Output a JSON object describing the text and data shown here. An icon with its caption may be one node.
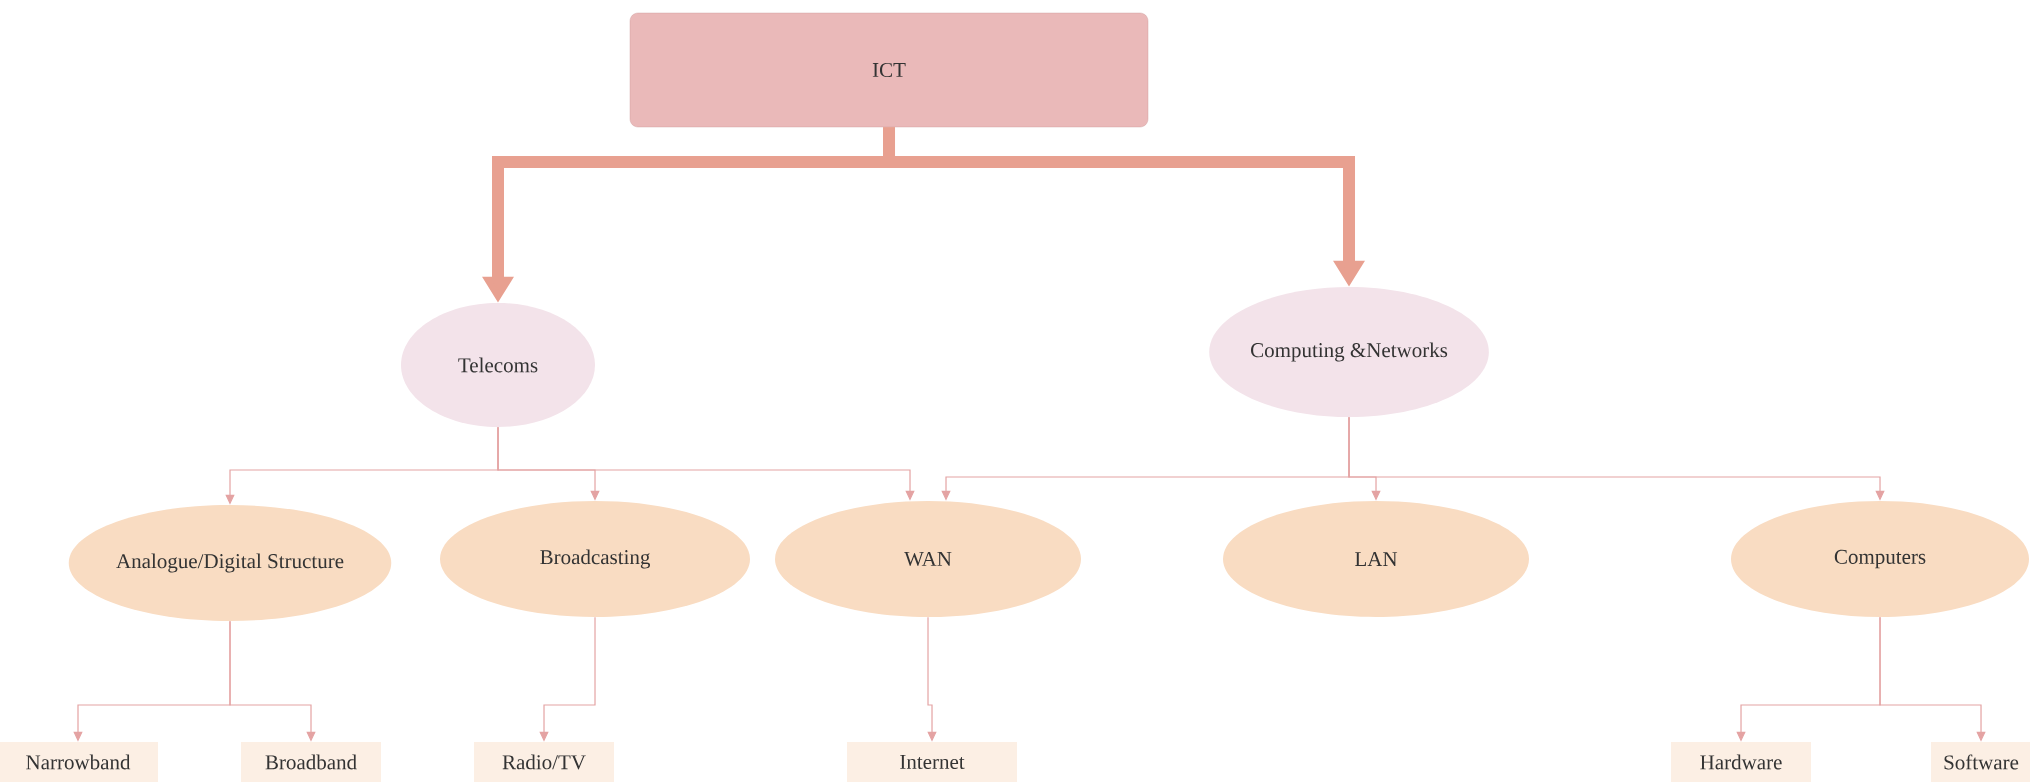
{
  "diagram": {
    "nodes": [
      {
        "text": [
          "ICT"
        ]
      },
      {
        "text": [
          "Telecoms"
        ]
      },
      {
        "text": [
          "Computing &Networks"
        ]
      },
      {
        "text": [
          "Analogue/Digital Structure"
        ]
      },
      {
        "text": [
          "Broadcasting"
        ]
      },
      {
        "text": [
          "WAN"
        ]
      },
      {
        "text": [
          "LAN"
        ]
      },
      {
        "text": [
          "Computers"
        ]
      },
      {
        "text": [
          "Narrowband"
        ]
      },
      {
        "text": [
          "Broadband"
        ]
      },
      {
        "text": [
          "Radio/TV"
        ]
      },
      {
        "text": [
          "Internet"
        ]
      },
      {
        "text": [
          "Hardware"
        ]
      },
      {
        "text": [
          "Software"
        ]
      }
    ],
    "edges": [
      {
        "from": 0,
        "to": 1,
        "arrow": "to",
        "style": "thick"
      },
      {
        "from": 0,
        "to": 2,
        "arrow": "to",
        "style": "thick"
      },
      {
        "from": 1,
        "to": 3,
        "arrow": "to"
      },
      {
        "from": 1,
        "to": 4,
        "arrow": "to"
      },
      {
        "from": 1,
        "to": 5,
        "arrow": "to"
      },
      {
        "from": 2,
        "to": 5,
        "arrow": "to"
      },
      {
        "from": 2,
        "to": 6,
        "arrow": "to"
      },
      {
        "from": 2,
        "to": 7,
        "arrow": "to"
      },
      {
        "from": 3,
        "to": 8,
        "arrow": "to"
      },
      {
        "from": 3,
        "to": 9,
        "arrow": "to"
      },
      {
        "from": 4,
        "to": 10,
        "arrow": "to"
      },
      {
        "from": 5,
        "to": 11,
        "arrow": "to"
      },
      {
        "from": 7,
        "to": 12,
        "arrow": "to"
      },
      {
        "from": 7,
        "to": 13,
        "arrow": "to"
      }
    ]
  }
}
